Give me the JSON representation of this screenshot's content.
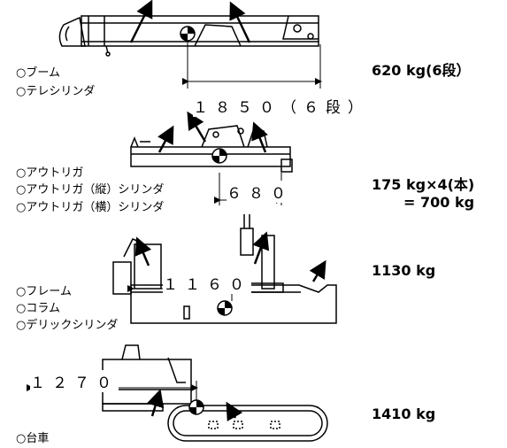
{
  "sections": [
    {
      "id": "boom",
      "parts": [
        "○ブーム",
        "○テレシリンダ"
      ],
      "dimension": "１８５０（６段）",
      "weight_lines": [
        "620 kg(6段）"
      ]
    },
    {
      "id": "outrigger",
      "parts": [
        "○アウトリガ",
        "○アウトリガ（縦）シリンダ",
        "○アウトリガ（横）シリンダ"
      ],
      "dimension": "６８０",
      "weight_lines": [
        "175 kg×4(本)",
        "= 700 kg"
      ]
    },
    {
      "id": "frame",
      "parts": [
        "○フレーム",
        "○コラム",
        "○デリックシリンダ"
      ],
      "dimension": "１１６０",
      "weight_lines": [
        "1130 kg"
      ]
    },
    {
      "id": "carrier",
      "parts": [
        "○台車"
      ],
      "dimension": "１２７０",
      "weight_lines": [
        "1410 kg"
      ]
    }
  ]
}
